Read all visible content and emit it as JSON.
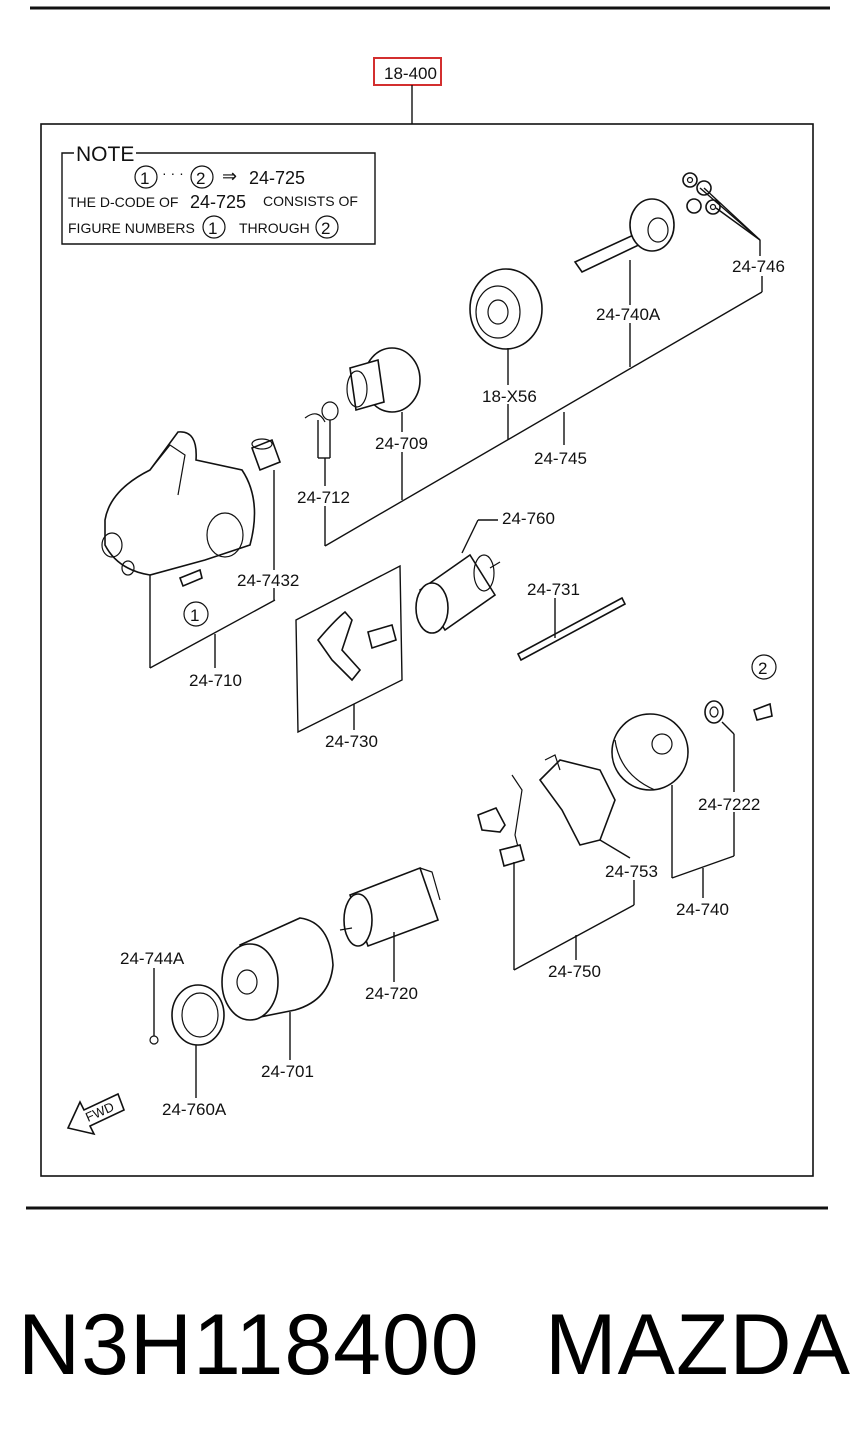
{
  "header_ref": "18-400",
  "note": {
    "title": "NOTE",
    "line1_circle1": "1",
    "line1_dots": "· · ·",
    "line1_circle2": "2",
    "line1_arrow": "⇒",
    "line1_code": "24-725",
    "line2_pre": "THE D-CODE OF",
    "line2_code": "24-725",
    "line2_post": "CONSISTS OF",
    "line3_pre": "FIGURE NUMBERS",
    "line3_circle1": "1",
    "line3_mid": "THROUGH",
    "line3_circle2": "2"
  },
  "labels": {
    "p24_746": "24-746",
    "p24_740A": "24-740A",
    "p18_X56": "18-X56",
    "p24_745": "24-745",
    "p24_709": "24-709",
    "p24_712": "24-712",
    "p24_760": "24-760",
    "p24_7432": "24-7432",
    "p24_731": "24-731",
    "p24_710": "24-710",
    "p24_730": "24-730",
    "p24_7222": "24-7222",
    "p24_753": "24-753",
    "p24_740": "24-740",
    "p24_744A": "24-744A",
    "p24_720": "24-720",
    "p24_750": "24-750",
    "p24_701": "24-701",
    "p24_760A": "24-760A",
    "fig1": "1",
    "fig2": "2",
    "fwd": "FWD"
  },
  "footer": {
    "part_number": "N3H118400",
    "brand": "MAZDA"
  }
}
